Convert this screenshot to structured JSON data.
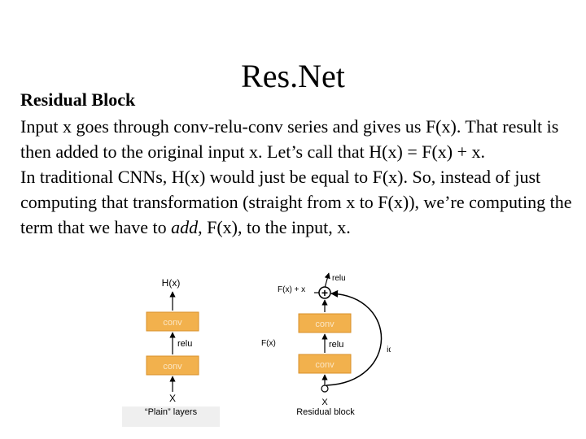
{
  "slide": {
    "title": "Res.Net",
    "heading": "Residual Block",
    "paragraphs": [
      "Input x goes through conv-relu-conv series and gives us F(x). That result is then added to the original input x. Let’s call that H(x) = F(x) + x."
    ],
    "para2_before": "In traditional CNNs, H(x) would just be equal to F(x). So, instead of just computing that transformation (straight from x to F(x)), we’re computing the term that we have to ",
    "para2_italic": "add",
    "para2_after": ", F(x), to the input, x."
  },
  "figure": {
    "plain": {
      "output_label": "H(x)",
      "top_block": "conv",
      "mid_label": "relu",
      "bottom_block": "conv",
      "input_label": "X",
      "caption": "“Plain” layers"
    },
    "residual": {
      "sum_label": "F(x) + x",
      "sum_symbol": "+",
      "relu_top": "relu",
      "top_block": "conv",
      "fx_label": "F(x)",
      "mid_label": "relu",
      "bottom_block": "conv",
      "identity_x": "X",
      "identity_label": "identity",
      "input_label": "X",
      "caption": "Residual block"
    },
    "colors": {
      "block_fill": "#f2b14d",
      "block_border": "#d8902a",
      "block_text": "#fbe6c4",
      "line": "#000000"
    }
  }
}
